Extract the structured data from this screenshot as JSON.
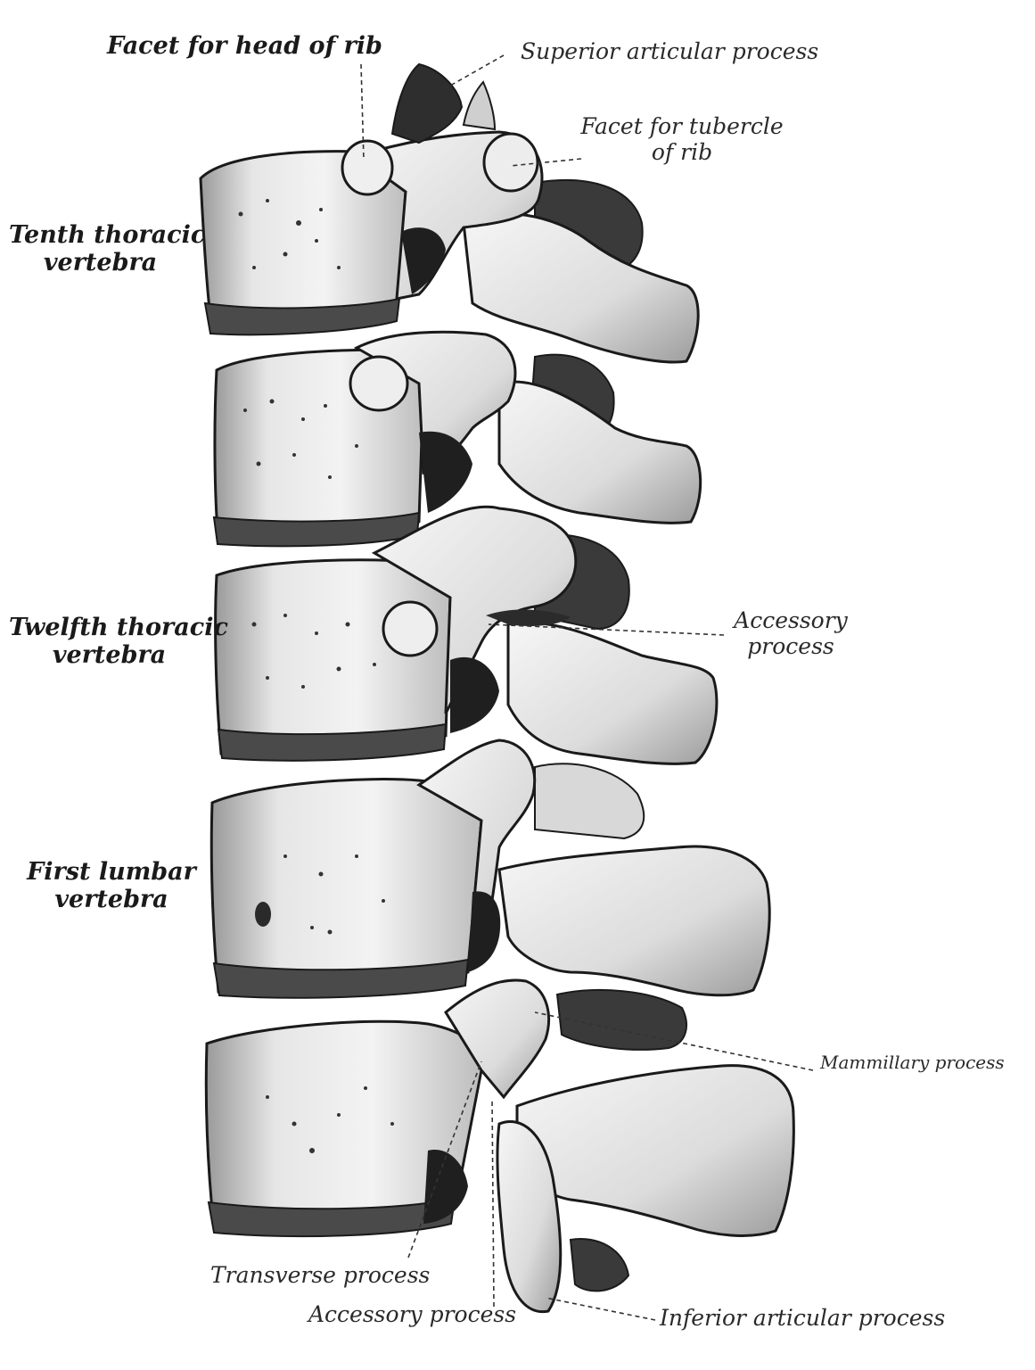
{
  "labels": {
    "facet_head_rib": "Facet for head of rib",
    "superior_articular": "Superior articular process",
    "facet_tubercle_line1": "Facet for tubercle",
    "facet_tubercle_line2": "of rib",
    "tenth_line1": "Tenth thoracic",
    "tenth_line2": "vertebra",
    "twelfth_line1": "Twelfth thoracic",
    "twelfth_line2": "vertebra",
    "accessory_upper_line1": "Accessory",
    "accessory_upper_line2": "process",
    "first_lumbar_line1": "First lumbar",
    "first_lumbar_line2": "vertebra",
    "mammillary": "Mammillary process",
    "transverse": "Transverse process",
    "accessory_lower": "Accessory process",
    "inferior_articular": "Inferior articular process"
  },
  "colors": {
    "ink": "#1a1a1a",
    "bone_light": "#f2f2f2",
    "bone_mid": "#d2d2d2",
    "bone_dark": "#8a8a8a",
    "shadow": "#2a2a2a"
  }
}
